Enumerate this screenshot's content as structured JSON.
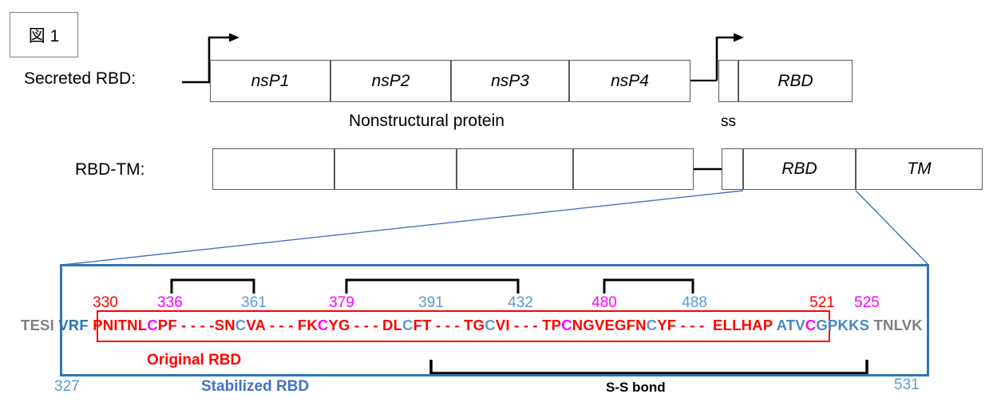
{
  "figure_label": "図 1",
  "construct1": {
    "label": "Secreted RBD:",
    "boxes": [
      "nsP1",
      "nsP2",
      "nsP3",
      "nsP4"
    ],
    "rbd_label": "RBD",
    "caption": "Nonstructural protein",
    "ss_caption": "ss"
  },
  "construct2": {
    "label": "RBD-TM:",
    "rbd_label": "RBD",
    "tm_label": "TM"
  },
  "zoom_panel": {
    "palette": {
      "red": "#FF0000",
      "magenta": "#FF00FF",
      "blue": "#2E75B6",
      "medblue": "#4A89C8",
      "lightblue": "#5B9BD5",
      "gray": "#7F7F7F",
      "black": "#000000",
      "frame_blue": "#2E75B6"
    },
    "residue_numbers": [
      {
        "value": "330",
        "color": "red"
      },
      {
        "value": "336",
        "color": "magenta"
      },
      {
        "value": "361",
        "color": "lightblue"
      },
      {
        "value": "379",
        "color": "magenta"
      },
      {
        "value": "391",
        "color": "lightblue"
      },
      {
        "value": "432",
        "color": "lightblue"
      },
      {
        "value": "480",
        "color": "magenta"
      },
      {
        "value": "488",
        "color": "lightblue"
      },
      {
        "value": "521",
        "color": "red"
      },
      {
        "value": "525",
        "color": "magenta"
      }
    ],
    "ss_bonds": [
      {
        "from": "336",
        "to": "361"
      },
      {
        "from": "379",
        "to": "432"
      },
      {
        "from": "480",
        "to": "488"
      },
      {
        "from": "391",
        "to": "525"
      }
    ],
    "sequence_segments": [
      {
        "text": "TESI",
        "color": "gray"
      },
      {
        "text": " ",
        "color": "gray"
      },
      {
        "text": "VRF",
        "color": "blue"
      },
      {
        "text": " ",
        "color": "blue"
      },
      {
        "text": "PNITNL",
        "color": "red"
      },
      {
        "text": "C",
        "color": "magenta"
      },
      {
        "text": "PF",
        "color": "red"
      },
      {
        "text": " - - - -",
        "color": "red"
      },
      {
        "text": "SN",
        "color": "red"
      },
      {
        "text": "C",
        "color": "lightblue"
      },
      {
        "text": "VA",
        "color": "red"
      },
      {
        "text": " - - - ",
        "color": "red"
      },
      {
        "text": "FK",
        "color": "red"
      },
      {
        "text": "C",
        "color": "magenta"
      },
      {
        "text": "YG",
        "color": "red"
      },
      {
        "text": " - - - ",
        "color": "red"
      },
      {
        "text": "DL",
        "color": "red"
      },
      {
        "text": "C",
        "color": "lightblue"
      },
      {
        "text": "FT",
        "color": "red"
      },
      {
        "text": " - - - ",
        "color": "red"
      },
      {
        "text": "TG",
        "color": "red"
      },
      {
        "text": "C",
        "color": "lightblue"
      },
      {
        "text": "VI",
        "color": "red"
      },
      {
        "text": " - - - ",
        "color": "red"
      },
      {
        "text": "TP",
        "color": "red"
      },
      {
        "text": "C",
        "color": "magenta"
      },
      {
        "text": "NGVEGFN",
        "color": "red"
      },
      {
        "text": "C",
        "color": "lightblue"
      },
      {
        "text": "YF",
        "color": "red"
      },
      {
        "text": " - - -  ",
        "color": "red"
      },
      {
        "text": "ELLHAP",
        "color": "red"
      },
      {
        "text": " ",
        "color": "red"
      },
      {
        "text": "ATV",
        "color": "medblue"
      },
      {
        "text": "C",
        "color": "magenta"
      },
      {
        "text": "GPKKS",
        "color": "medblue"
      },
      {
        "text": " ",
        "color": "gray"
      },
      {
        "text": "TNLVK",
        "color": "gray"
      }
    ],
    "labels": {
      "original_rbd": "Original RBD",
      "stabilized_rbd": "Stabilized RBD",
      "ss_bond": "S-S bond",
      "start_number": "327",
      "end_number": "531"
    }
  }
}
